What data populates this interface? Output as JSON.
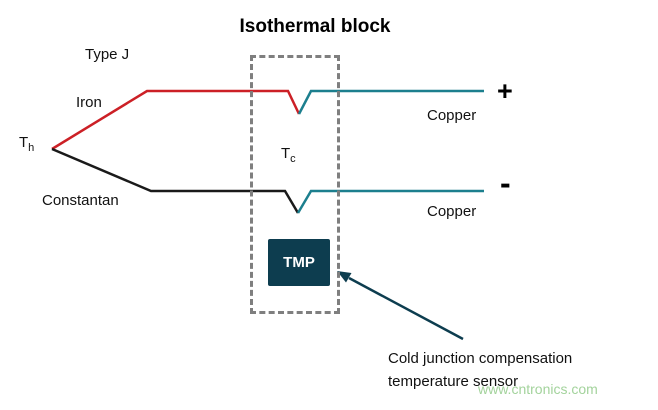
{
  "diagram": {
    "title": "Isothermal block",
    "type_label": "Type J",
    "iron_label": "Iron",
    "constantan_label": "Constantan",
    "hot_junction": {
      "main": "T",
      "sub": "h"
    },
    "cold_junction": {
      "main": "T",
      "sub": "c"
    },
    "copper_top": "Copper",
    "copper_bottom": "Copper",
    "plus": "+",
    "minus": "-",
    "tmp_label": "TMP",
    "caption_line1": "Cold junction compensation",
    "caption_line2": "temperature sensor",
    "watermark": "www.cntronics.com",
    "colors": {
      "iron_wire": "#cc2026",
      "constantan_wire": "#1a1a1a",
      "copper_wire": "#1c7f8e",
      "tmp_box": "#0d3d4f",
      "arrow": "#0d3d4f",
      "dashed_box": "#7f7f7f",
      "watermark": "#a3d39c"
    }
  }
}
